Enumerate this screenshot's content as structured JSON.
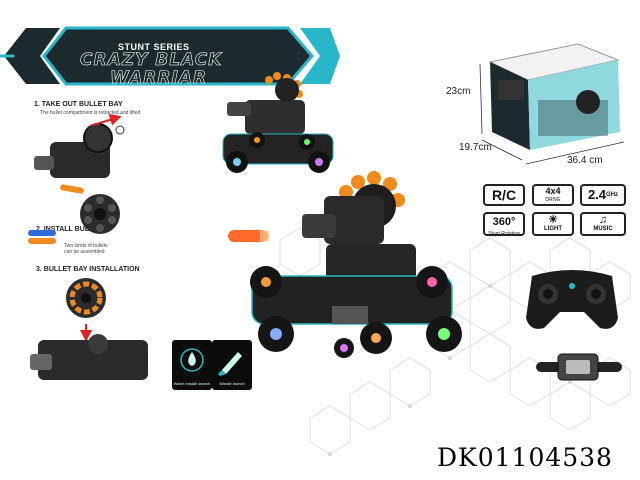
{
  "header": {
    "series": "STUNT SERIES",
    "title_line1": "CRAZY BLACK",
    "title_line2": "WARRIAR"
  },
  "steps": {
    "step1": "1. TAKE OUT BULLET BAY",
    "step1_note": "The bullet compartment is retracted and lifted",
    "step2": "2. INSTALL BULLET",
    "step2_note": "Two kinds of bullets can be assembled",
    "step3": "3. BULLET BAY INSTALLATION"
  },
  "box": {
    "height": "23cm",
    "depth": "19.7cm",
    "width": "36.4 cm"
  },
  "badges": {
    "rc": "R/C",
    "drive_top": "4x4",
    "drive_bottom": "DRIVE",
    "freq": "2.4",
    "freq_unit": "GHz",
    "rotation": "360°",
    "rotation_sub": "Stunt Rotation",
    "light": "LIGHT",
    "music": "MUSIC"
  },
  "features": {
    "water": "Water missile launch",
    "missile": "Missile launch"
  },
  "product_code": "DK01104538",
  "colors": {
    "accent_teal": "#29b6c8",
    "dark": "#1a2a2e",
    "bullet_orange": "#f08a1c"
  }
}
